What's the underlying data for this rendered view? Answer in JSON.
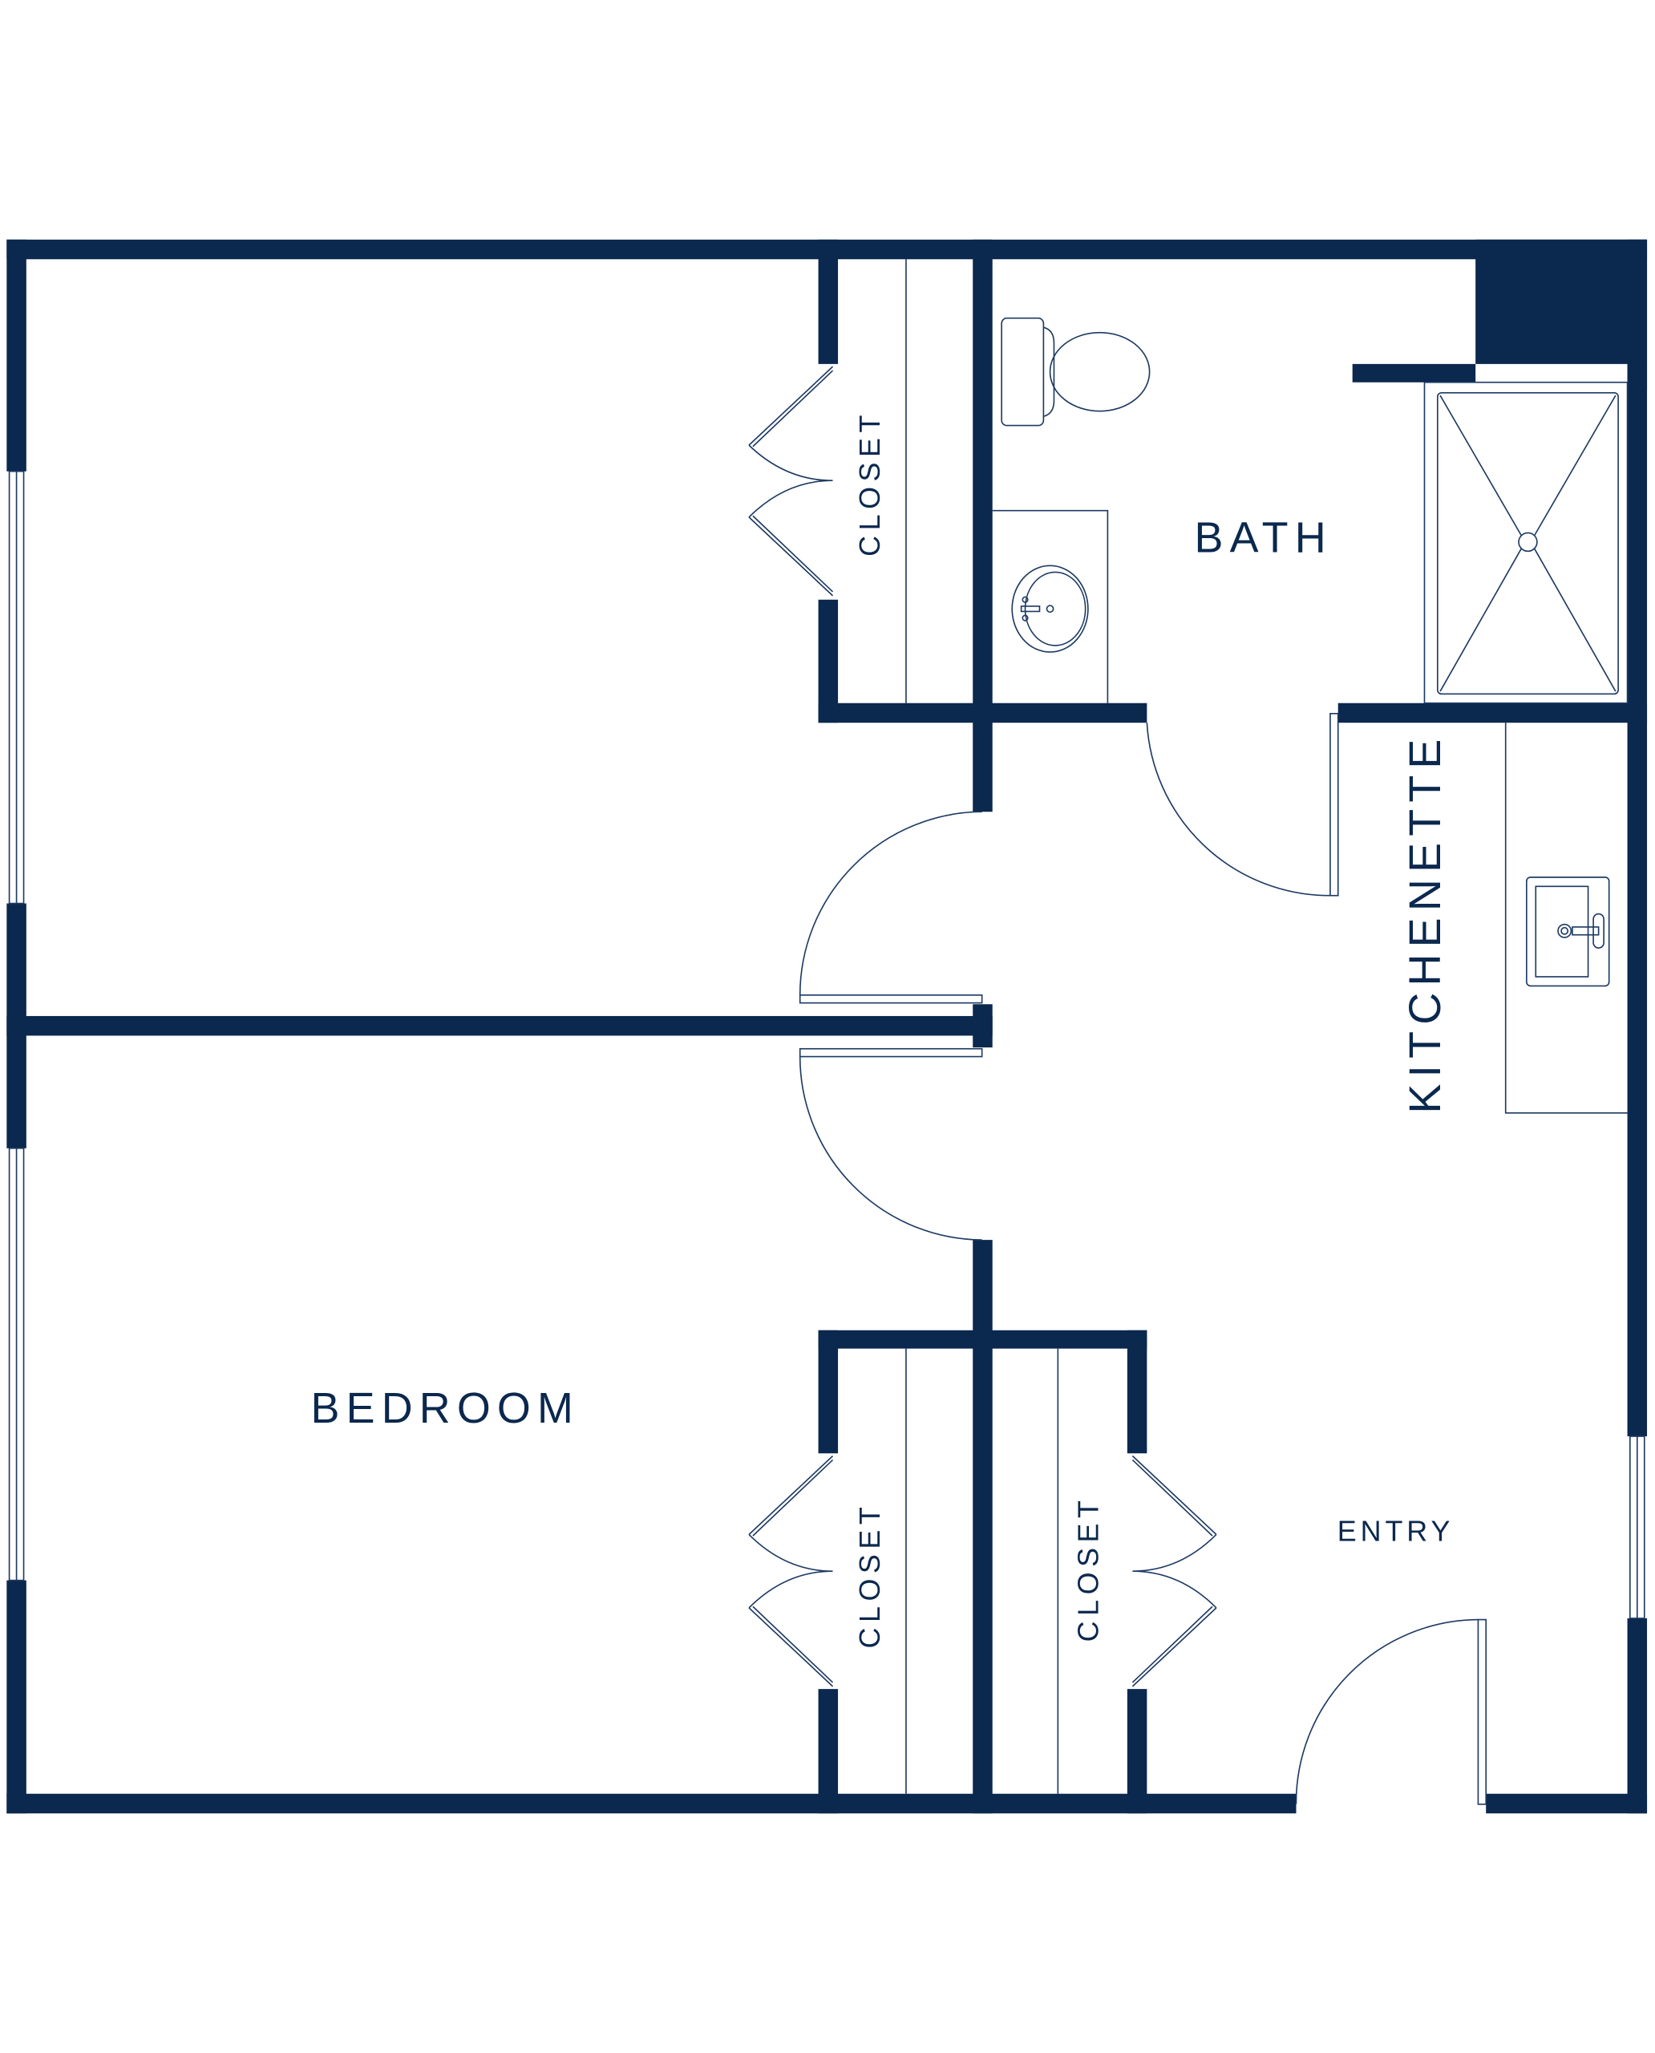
{
  "colors": {
    "wall": "#0b284e",
    "line": "#1d3a63",
    "background": "#ffffff"
  },
  "rooms": {
    "bath": "BATH",
    "bedroom": "BEDROOM",
    "kitchenette": "KITCHENETTE",
    "entry": "ENTRY",
    "closet_top": "CLOSET",
    "closet_bottom_left": "CLOSET",
    "closet_bottom_right": "CLOSET"
  }
}
